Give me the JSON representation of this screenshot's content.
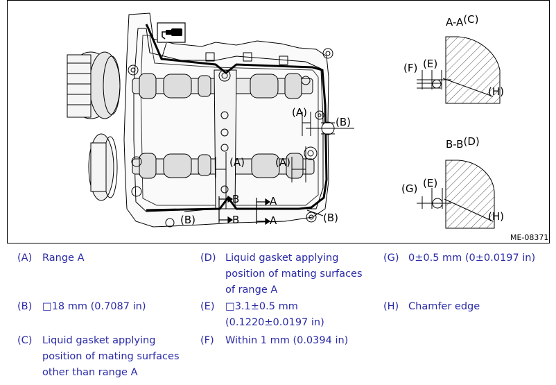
{
  "figure": {
    "callouts": {
      "A": "(A)",
      "B": "(B)",
      "C": "(C)",
      "D": "(D)",
      "E": "(E)",
      "F": "(F)",
      "G": "(G)",
      "H": "(H)"
    },
    "letters": {
      "A": "A",
      "B": "B"
    },
    "section_aa_prefix": "A-A",
    "section_bb_prefix": "B-B",
    "figure_id": "ME-08371"
  },
  "legend": [
    {
      "key": "(A)",
      "text": "Range A"
    },
    {
      "key": "(B)",
      "text": "□18 mm (0.7087 in)"
    },
    {
      "key": "(C)",
      "text": "Liquid gasket applying position of mating surfaces other than range A"
    },
    {
      "key": "(D)",
      "text": "Liquid gasket applying position of mating surfaces of range A"
    },
    {
      "key": "(E)",
      "text": "□3.1±0.5 mm (0.1220±0.0197 in)"
    },
    {
      "key": "(F)",
      "text": "Within 1 mm (0.0394 in)"
    },
    {
      "key": "(G)",
      "text": "0±0.5 mm (0±0.0197 in)"
    },
    {
      "key": "(H)",
      "text": "Chamfer edge"
    }
  ],
  "colors": {
    "legend_text": "#2a2aa8",
    "hatch": "#555555"
  },
  "icons": [
    "liquid-gasket-tube-icon"
  ]
}
